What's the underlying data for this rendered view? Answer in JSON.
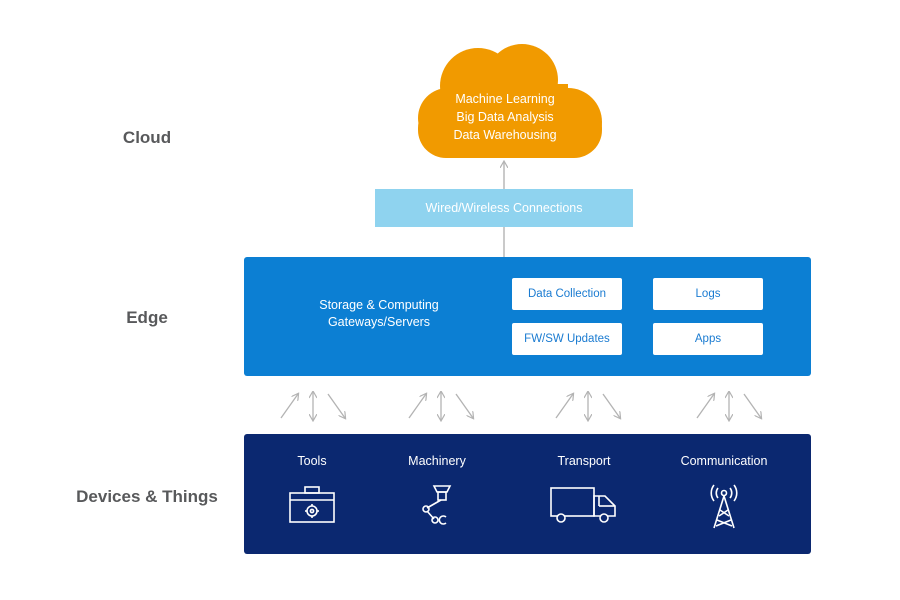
{
  "layers": {
    "cloud": "Cloud",
    "edge": "Edge",
    "devices": "Devices & Things"
  },
  "cloud": {
    "items": [
      "Machine Learning",
      "Big Data Analysis",
      "Data Warehousing"
    ],
    "color": "#f19a00"
  },
  "connection": {
    "label": "Wired/Wireless Connections",
    "color": "#8fd3ef"
  },
  "edge": {
    "main_lines": [
      "Storage & Computing",
      "Gateways/Servers"
    ],
    "chips": [
      "Data Collection",
      "Logs",
      "FW/SW Updates",
      "Apps"
    ],
    "color": "#0c7fd3"
  },
  "devices": {
    "items": [
      {
        "label": "Tools",
        "icon": "toolbox-icon"
      },
      {
        "label": "Machinery",
        "icon": "robot-arm-icon"
      },
      {
        "label": "Transport",
        "icon": "truck-icon"
      },
      {
        "label": "Communication",
        "icon": "antenna-tower-icon"
      }
    ],
    "color": "#0b2870"
  },
  "arrow_color": "#b3b3b3"
}
